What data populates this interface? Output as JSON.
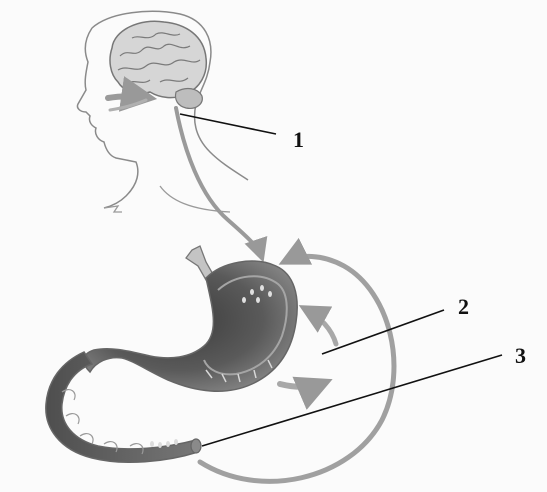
{
  "labels": {
    "one": "1",
    "two": "2",
    "three": "3"
  },
  "colors": {
    "background": "#fbfbfb",
    "outline": "#8a8a8a",
    "arrow": "#9a9a9a",
    "stomach_dark": "#4a4a4a",
    "stomach_mid": "#7a7a7a",
    "leader_line": "#111111"
  },
  "figures": [
    "human-head-with-brain",
    "stomach-with-duodenum"
  ]
}
